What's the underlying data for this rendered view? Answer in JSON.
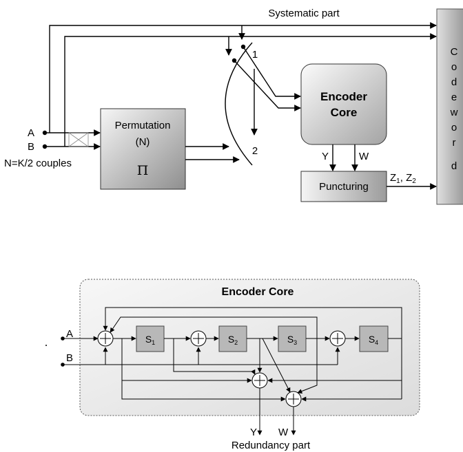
{
  "top": {
    "systematic_label": "Systematic part",
    "input_a": "A",
    "input_b": "B",
    "couples_label": "N=K/2 couples",
    "permutation_line1": "Permutation",
    "permutation_line2": "(N)",
    "permutation_symbol": "Π",
    "switch_pos1": "1",
    "switch_pos2": "2",
    "encoder_line1": "Encoder",
    "encoder_line2": "Core",
    "out_y": "Y",
    "out_w": "W",
    "puncturing_label": "Puncturing",
    "z1": "Z",
    "z1_sub": "1",
    "z_sep": ", ",
    "z2": "Z",
    "z2_sub": "2",
    "codeword_letters": [
      "C",
      "o",
      "d",
      "e",
      "w",
      "o",
      "r",
      "d"
    ]
  },
  "bottom": {
    "title": "Encoder Core",
    "input_a": "A",
    "input_b": "B",
    "s1": "S",
    "s1_sub": "1",
    "s2": "S",
    "s2_sub": "2",
    "s3": "S",
    "s3_sub": "3",
    "s4": "S",
    "s4_sub": "4",
    "out_y": "Y",
    "out_w": "W",
    "redundancy_label": "Redundancy part"
  },
  "colors": {
    "box_light": "#f4f4f4",
    "box_dark": "#a9a9a9",
    "core_bg": "#eeeeee",
    "register_fill": "#b8b8b8"
  }
}
